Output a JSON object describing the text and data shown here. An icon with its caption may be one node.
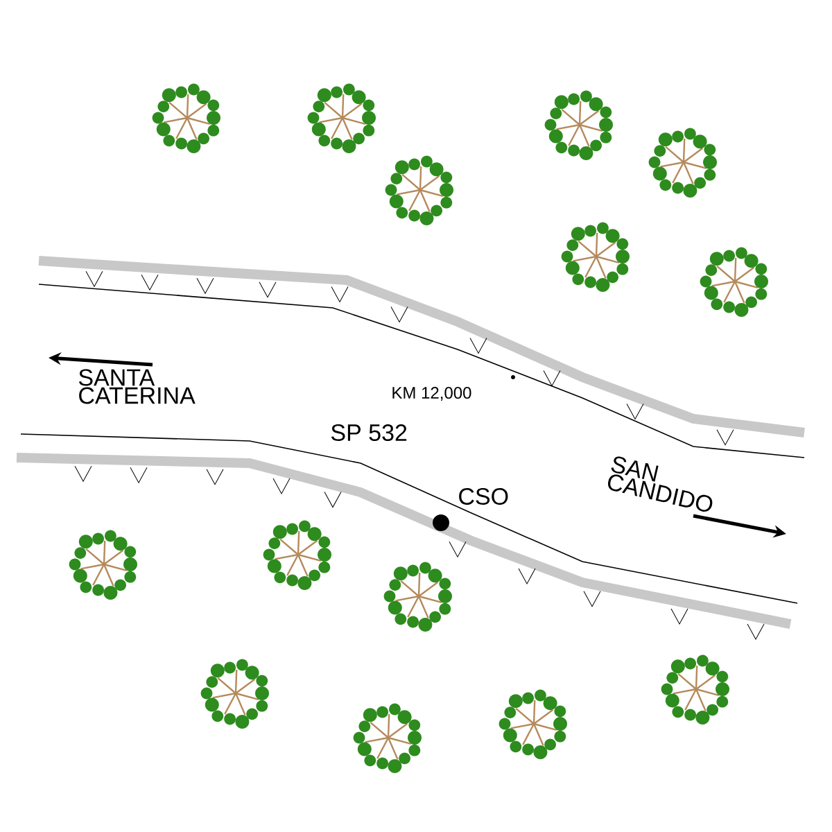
{
  "diagram": {
    "labels": [
      "SANTA CATERINA",
      "KM 12,000",
      "SP 532",
      "CSO",
      "SAN CANDIDO"
    ]
  }
}
